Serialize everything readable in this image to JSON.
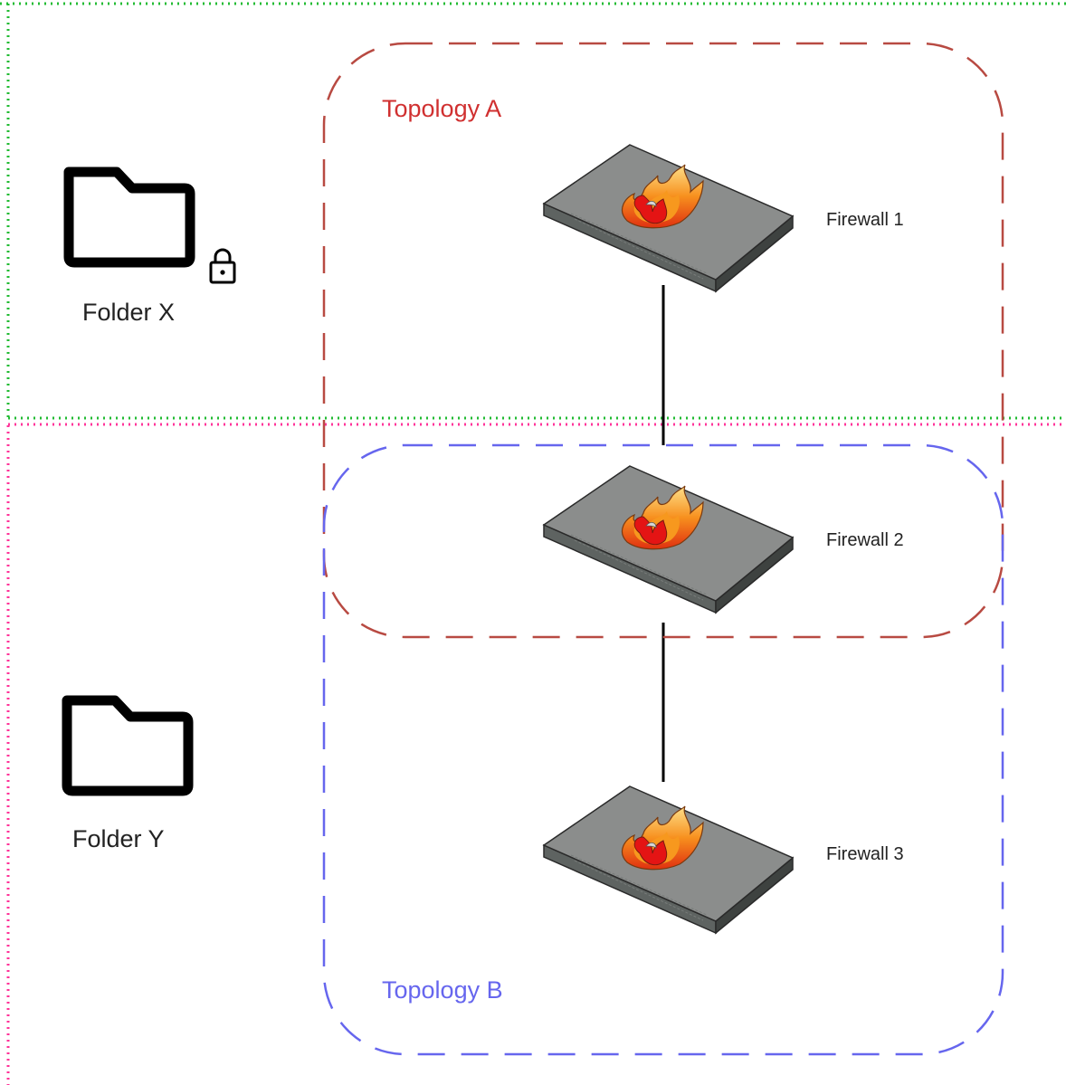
{
  "folders": [
    {
      "label": "Folder X",
      "locked": true,
      "icon": "folder-icon",
      "lock_icon": "lock-icon",
      "region_color": "#22bb33"
    },
    {
      "label": "Folder Y",
      "locked": false,
      "icon": "folder-icon",
      "region_color": "#ff3399"
    }
  ],
  "topologies": [
    {
      "label": "Topology A",
      "color": "#b84a42",
      "label_color": "#d03030"
    },
    {
      "label": "Topology B",
      "color": "#6666ee",
      "label_color": "#6666ee"
    }
  ],
  "devices": [
    {
      "label": "Firewall 1",
      "icon": "firewall-icon"
    },
    {
      "label": "Firewall 2",
      "icon": "firewall-icon"
    },
    {
      "label": "Firewall 3",
      "icon": "firewall-icon"
    }
  ],
  "links": [
    {
      "from": "Firewall 1",
      "to": "Firewall 2"
    },
    {
      "from": "Firewall 2",
      "to": "Firewall 3"
    }
  ]
}
